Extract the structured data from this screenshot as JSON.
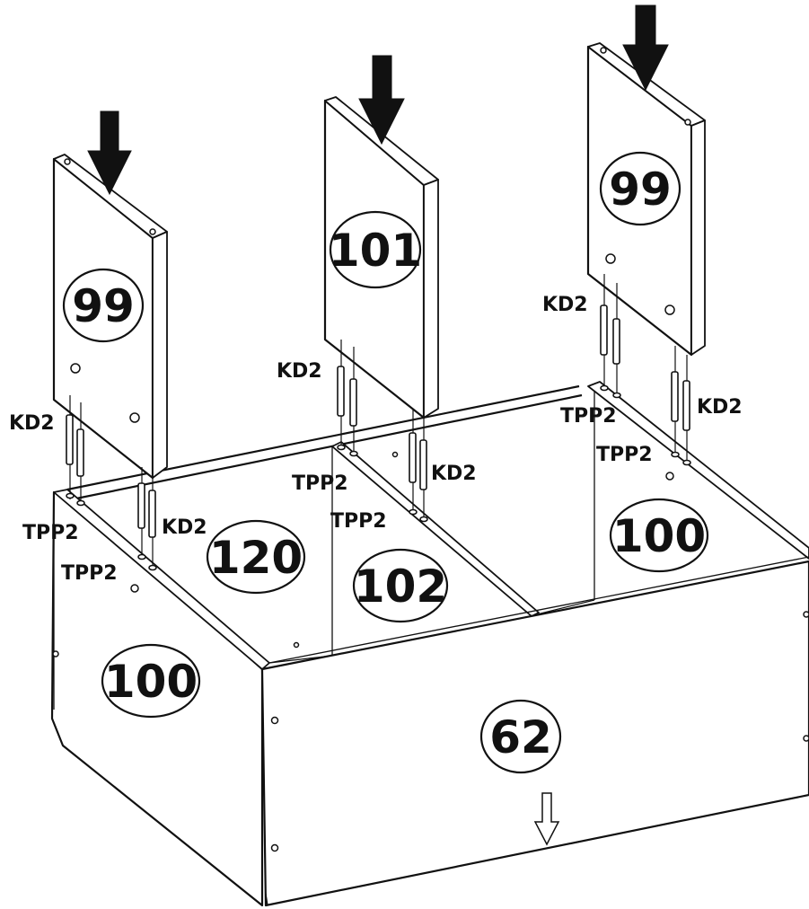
{
  "part_numbers": {
    "side_left_front": "100",
    "side_right": "100",
    "back": "120",
    "divider_low": "102",
    "front": "62",
    "upright_left": "99",
    "upright_right": "99",
    "upright_middle": "101"
  },
  "hardware_labels": {
    "kd2_a": "KD2",
    "kd2_b": "KD2",
    "kd2_c": "KD2",
    "kd2_d": "KD2",
    "kd2_e": "KD2",
    "kd2_f": "KD2",
    "tpp2_a": "TPP2",
    "tpp2_b": "TPP2",
    "tpp2_c": "TPP2",
    "tpp2_d": "TPP2",
    "tpp2_e": "TPP2",
    "tpp2_f": "TPP2"
  },
  "colors": {
    "line": "#111111",
    "background": "#ffffff"
  }
}
